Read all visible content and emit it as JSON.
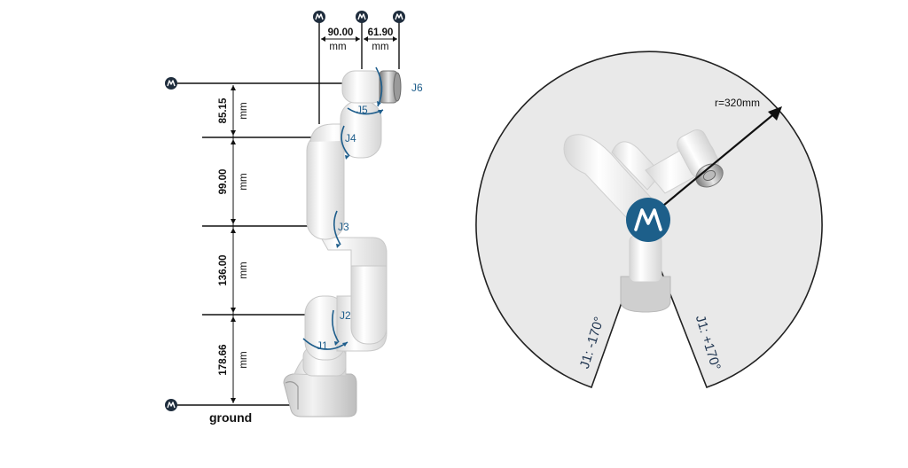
{
  "side_view": {
    "horizontal_dims": [
      {
        "value": "90.00",
        "unit": "mm"
      },
      {
        "value": "61.90",
        "unit": "mm"
      }
    ],
    "vertical_dims": [
      {
        "value": "85.15",
        "unit": "mm"
      },
      {
        "value": "99.00",
        "unit": "mm"
      },
      {
        "value": "136.00",
        "unit": "mm"
      },
      {
        "value": "178.66",
        "unit": "mm"
      }
    ],
    "joints": [
      "J1",
      "J2",
      "J3",
      "J4",
      "J5",
      "J6"
    ],
    "ground_label": "ground"
  },
  "top_view": {
    "radius_label": "r=320mm",
    "j1_min_label": "J1: -170°",
    "j1_max_label": "J1: +170°"
  },
  "colors": {
    "joint_blue": "#1f5e8c",
    "logo_blue": "#1d5f8a",
    "workspace_fill": "#e9e9e9",
    "arm_white": "#f4f4f4",
    "arm_shade": "#d9d9d9"
  },
  "icons": [
    "logo-icon"
  ]
}
